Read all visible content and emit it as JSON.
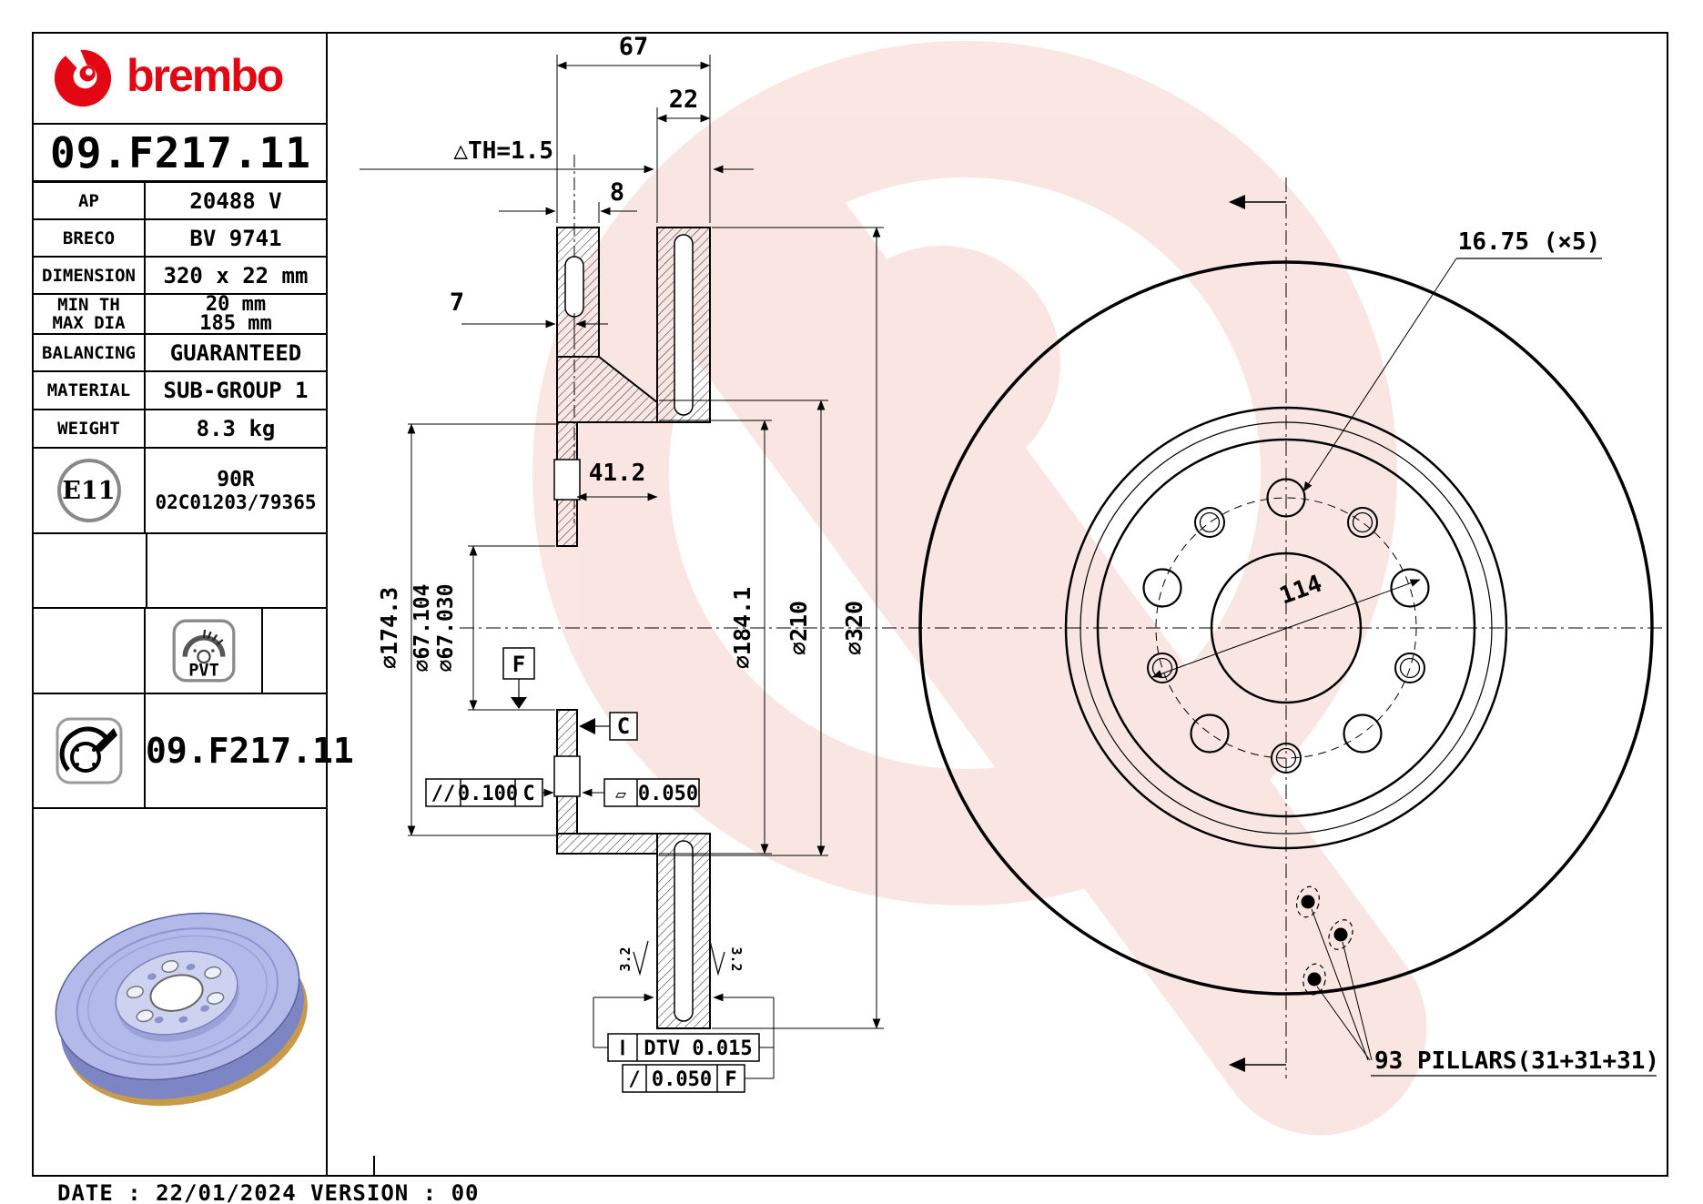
{
  "brand": {
    "wordmark": "brembo",
    "red": "#e30613"
  },
  "part_number": "09.F217.11",
  "specs": [
    {
      "label": "AP",
      "value": "20488 V"
    },
    {
      "label": "BRECO",
      "value": "BV 9741"
    },
    {
      "label": "DIMENSION",
      "value": "320 x 22 mm"
    },
    {
      "label": "MIN TH",
      "label2": "MAX DIA",
      "value": "20 mm",
      "value2": "185 mm"
    },
    {
      "label": "BALANCING",
      "value": "GUARANTEED"
    },
    {
      "label": "MATERIAL",
      "value": "SUB-GROUP 1"
    },
    {
      "label": "WEIGHT",
      "value": "8.3 kg"
    }
  ],
  "homologation": {
    "badge": "E11",
    "line1": "90R",
    "line2": "02C01203/79365"
  },
  "pvt_label": "PVT",
  "footer_part_number": "09.F217.11",
  "date_footer": "DATE : 22/01/2024 VERSION : 00",
  "section": {
    "width_total": "67",
    "band_thickness": "22",
    "th_note": "△TH=1.5",
    "flange_thickness": "8",
    "wall_thickness": "7",
    "drum_depth": "41.2",
    "dia_174": "⌀174.3",
    "dia_67_max": "⌀67.104",
    "dia_67_min": "⌀67.030",
    "dia_184": "⌀184.1",
    "dia_210": "⌀210",
    "dia_320": "⌀320",
    "datum_f": "F",
    "datum_c": "C",
    "parallel_sym": "//",
    "parallel_val": "0.100",
    "parallel_ref": "C",
    "flat_sym": "▱",
    "flat_val": "0.050",
    "dtv_sym": "Ⅰ",
    "dtv_val": "DTV 0.015",
    "runout_sym": "/",
    "runout_val": "0.050",
    "runout_ref": "F",
    "ra_left": "3.2",
    "ra_right": "3.2"
  },
  "front": {
    "stud_hole_dia": "16.75 (×5)",
    "bolt_circle_dia": "114",
    "pillars_note": "93 PILLARS(31+31+31)"
  },
  "colors": {
    "watermark_pink": "#f5cfc9",
    "render_blue_top": "#b3baea",
    "render_blue_side": "#7d85c4",
    "render_gold": "#c89b4a"
  }
}
